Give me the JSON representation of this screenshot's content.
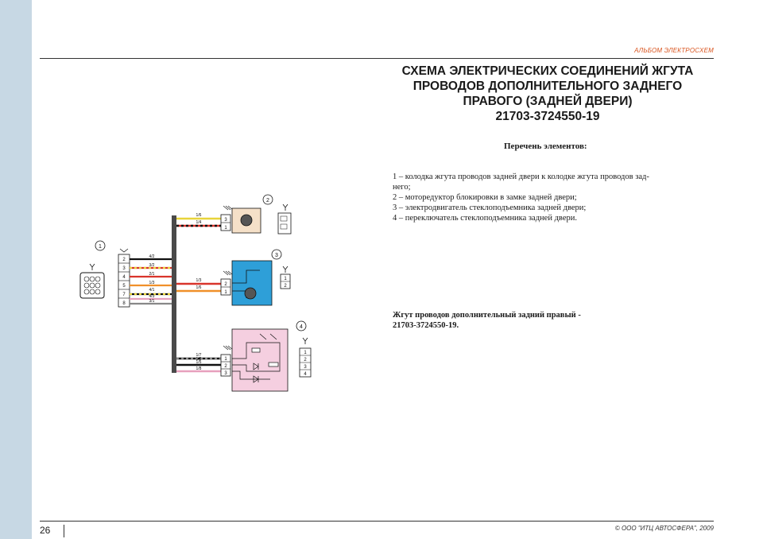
{
  "header": {
    "label": "АЛЬБОМ ЭЛЕКТРОСХЕМ"
  },
  "title": {
    "lines": [
      "СХЕМА ЭЛЕКТРИЧЕСКИХ СОЕДИНЕНИЙ ЖГУТА",
      "ПРОВОДОВ ДОПОЛНИТЕЛЬНОГО ЗАДНЕГО",
      "ПРАВОГО (ЗАДНЕЙ ДВЕРИ)",
      "21703-3724550-19"
    ]
  },
  "elements": {
    "heading": "Перечень элементов:",
    "items": [
      "1 – колодка жгута проводов задней двери к колодке жгута проводов зад-",
      "него;",
      "2 – моторедуктор блокировки в замке задней двери;",
      "3 – электродвигатель стеклоподъемника задней двери;",
      "4 – переключатель стеклоподъемника задней двери."
    ]
  },
  "harness_note": {
    "lines": [
      "Жгут проводов дополнительный задний правый -",
      "21703-3724550-19."
    ]
  },
  "footer": {
    "page": "26",
    "copyright": "© ООО \"ИТЦ АВТОСФЕРА\", 2009"
  },
  "diagram": {
    "callouts": [
      "1",
      "2",
      "3",
      "4"
    ],
    "connector1": {
      "pins": [
        "2",
        "3",
        "4",
        "5",
        "7",
        "8"
      ],
      "wires": [
        "4/2",
        "3/2",
        "2/1",
        "1/3",
        "4/1",
        "4/3",
        "3/1"
      ]
    },
    "connector2": {
      "pins": [
        "3",
        "1"
      ],
      "wires": [
        "1/6",
        "1/4"
      ]
    },
    "connector3": {
      "pins": [
        "2",
        "1"
      ],
      "wires": [
        "1/3",
        "1/6"
      ],
      "mini_pins": [
        "1",
        "2"
      ]
    },
    "connector4": {
      "pins": [
        "1",
        "2",
        "3"
      ],
      "wires": [
        "1/7",
        "1/2",
        "1/5",
        "1/8"
      ],
      "mini_pins": [
        "1",
        "2",
        "3",
        "4"
      ]
    },
    "colors": {
      "motor3_fill": "#2e9fd8",
      "switch4_fill": "#f5cfe0",
      "trunk": "#4a4a4a",
      "wire_yellow": "#e8d43a",
      "wire_red": "#d9342b",
      "wire_orange": "#f0902a",
      "wire_pink": "#e7a0bd",
      "wire_black": "#111111",
      "wire_gray": "#888888"
    }
  }
}
